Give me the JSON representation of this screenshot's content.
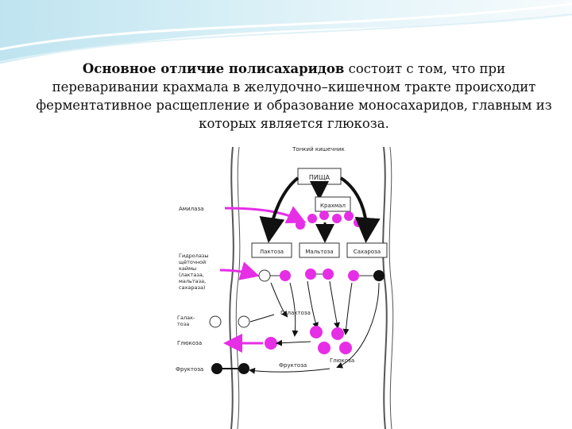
{
  "slide": {
    "heading_bold": "Основное отличие полисахаридов",
    "heading_rest": " состоит с том, что при переваривании крахмала в желудочно–кишечном тракте происходит ферментативное расщепление и образование моносахаридов, главным из которых является глюкоза."
  },
  "diagram": {
    "top_label": "Тонкий кишечник",
    "food_label": "ПИЩА",
    "starch_label": "Крахмал",
    "amylase_label": "Амилаза",
    "disaccharides": [
      "Лактоза",
      "Мальтоза",
      "Сахароза"
    ],
    "hydrolases_label": [
      "Гидролазы",
      "щёточной",
      "каймы",
      "(лактаза,",
      "мальтаза,",
      "сахараза)"
    ],
    "galactose_left": [
      "Галак-",
      "тоза"
    ],
    "galactose_mid": "Галактоза",
    "glucose_left": "Глюкоза",
    "glucose_mid": "Глюкоза",
    "fructose_left": "Фруктоза",
    "fructose_mid": "Фруктоза",
    "colors": {
      "glucose": "#e62ee6",
      "fructose": "#111111",
      "galactose": "#ffffff",
      "arrow": "#e62ee6"
    }
  }
}
